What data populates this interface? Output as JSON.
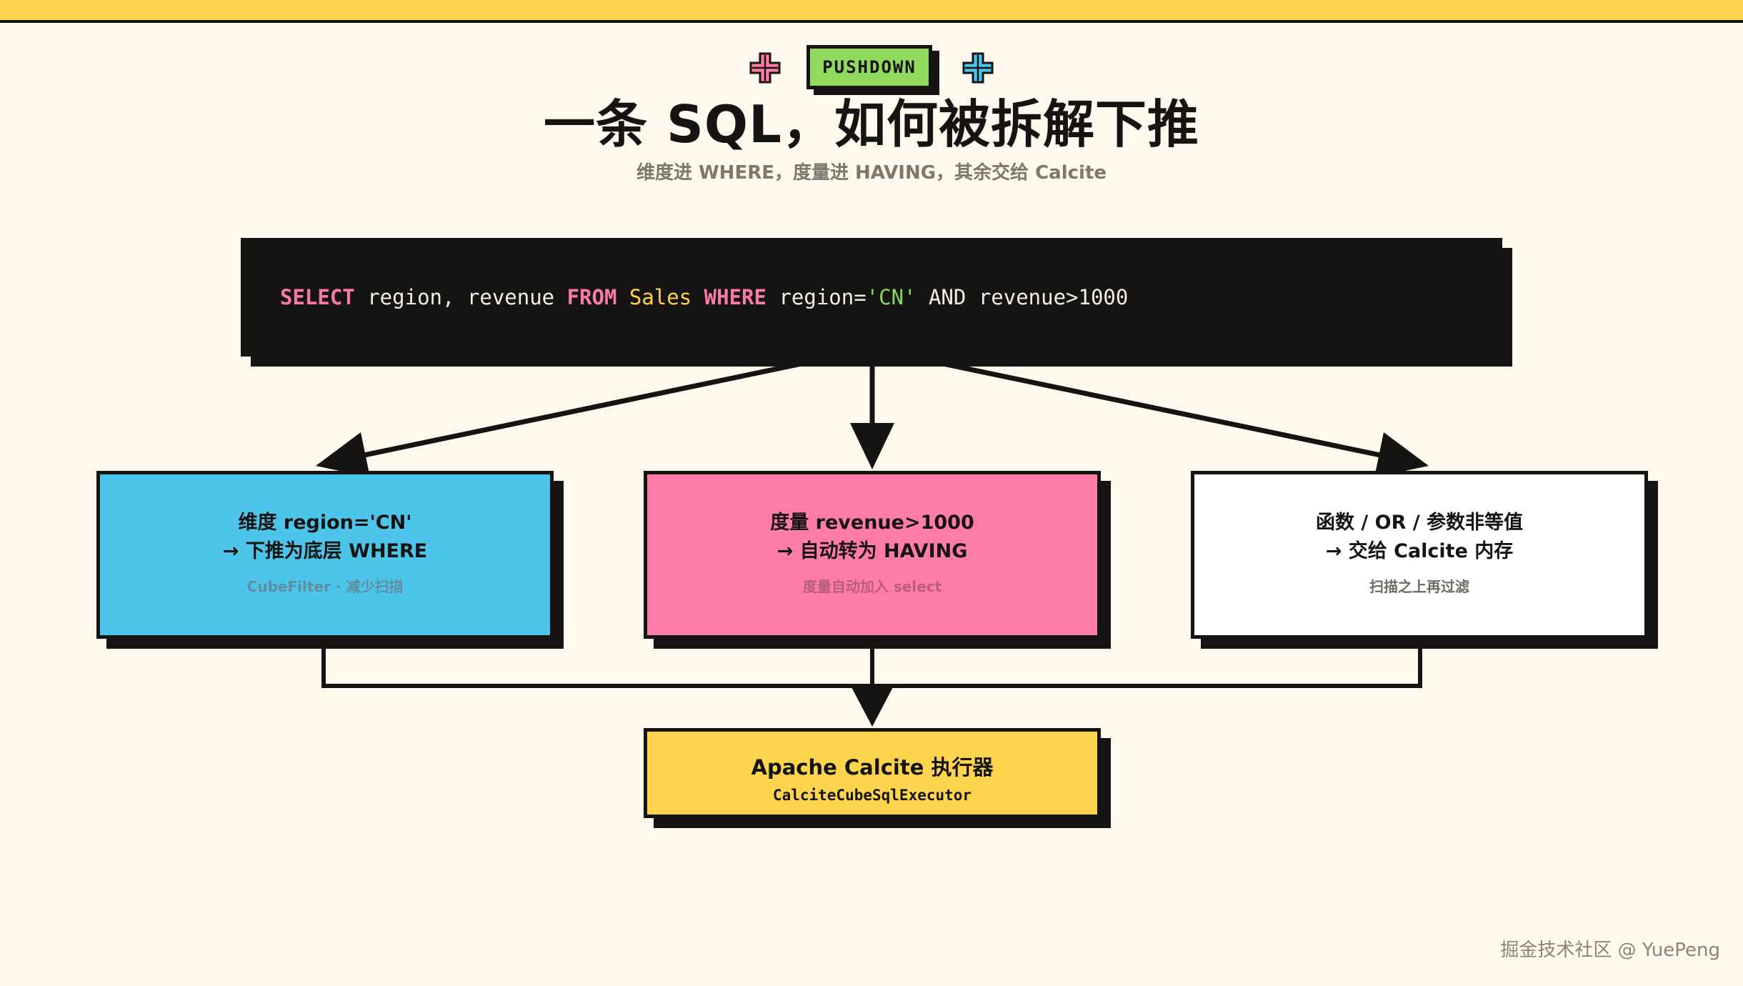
{
  "header": {
    "badge": "PUSHDOWN",
    "title": "一条 SQL，如何被拆解下推",
    "subtitle": "维度进 WHERE，度量进 HAVING，其余交给 Calcite"
  },
  "sql": {
    "tokens": [
      {
        "text": "SELECT",
        "kind": "kw"
      },
      {
        "text": " region, revenue ",
        "kind": "plain"
      },
      {
        "text": "FROM",
        "kind": "kw"
      },
      {
        "text": " ",
        "kind": "plain"
      },
      {
        "text": "Sales",
        "kind": "tbl"
      },
      {
        "text": " ",
        "kind": "plain"
      },
      {
        "text": "WHERE",
        "kind": "kw"
      },
      {
        "text": " region=",
        "kind": "plain"
      },
      {
        "text": "'CN'",
        "kind": "str"
      },
      {
        "text": " AND revenue>1000",
        "kind": "plain"
      }
    ]
  },
  "boxes": {
    "dimension": {
      "line1": "维度 region='CN'",
      "line2": "→ 下推为底层 WHERE",
      "line3": "CubeFilter · 减少扫描"
    },
    "measure": {
      "line1": "度量 revenue>1000",
      "line2": "→ 自动转为 HAVING",
      "line3": "度量自动加入 select"
    },
    "function": {
      "line1": "函数 / OR / 参数非等值",
      "line2": "→ 交给 Calcite 内存",
      "line3": "扫描之上再过滤"
    },
    "executor": {
      "line1": "Apache Calcite 执行器",
      "line2": "CalciteCubeSqlExecutor"
    }
  },
  "watermark": "掘金技术社区 @ YuePeng",
  "colors": {
    "background": "#FEF9EC",
    "yellow": "#FDD44D",
    "green": "#8ED95E",
    "blue": "#4DC5EB",
    "pink": "#FF7CA6",
    "ink": "#161413"
  },
  "icons": [
    "plus-pink-icon",
    "plus-blue-icon",
    "arrow-down-icon"
  ]
}
